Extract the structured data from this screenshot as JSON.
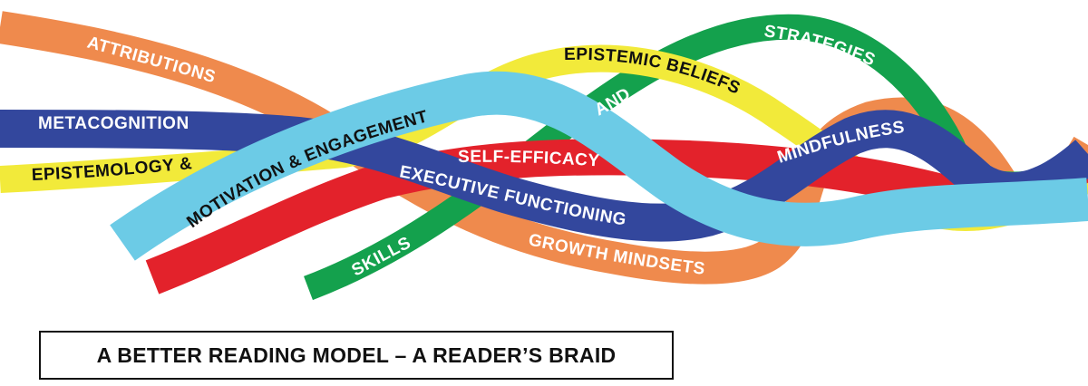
{
  "caption": "A BETTER READING MODEL – A READER’S BRAID",
  "colors": {
    "orange": "#ef8a4d",
    "navy": "#33479d",
    "yellow": "#f2ea3a",
    "green": "#14a14d",
    "red": "#e3222b",
    "sky": "#6ccbe6",
    "text_dark": "#111111",
    "text_light": "#ffffff"
  },
  "strands": [
    {
      "id": "attributions",
      "label": "ATTRIBUTIONS",
      "color": "orange"
    },
    {
      "id": "metacognition",
      "label": "METACOGNITION",
      "color": "navy"
    },
    {
      "id": "epistemology",
      "label": "EPISTEMOLOGY &",
      "color": "yellow"
    },
    {
      "id": "epistemic-beliefs",
      "label": "EPISTEMIC BELIEFS",
      "color": "yellow"
    },
    {
      "id": "strategies",
      "label": "STRATEGIES",
      "color": "green"
    },
    {
      "id": "and",
      "label": "AND",
      "color": "green"
    },
    {
      "id": "skills",
      "label": "SKILLS",
      "color": "green"
    },
    {
      "id": "motivation",
      "label": "MOTIVATION & ENGAGEMENT",
      "color": "sky"
    },
    {
      "id": "self-efficacy",
      "label": "SELF-EFFICACY",
      "color": "red"
    },
    {
      "id": "executive",
      "label": "EXECUTIVE FUNCTIONING",
      "color": "navy"
    },
    {
      "id": "mindfulness",
      "label": "MINDFULNESS",
      "color": "navy"
    },
    {
      "id": "growth",
      "label": "GROWTH MINDSETS",
      "color": "orange"
    }
  ]
}
